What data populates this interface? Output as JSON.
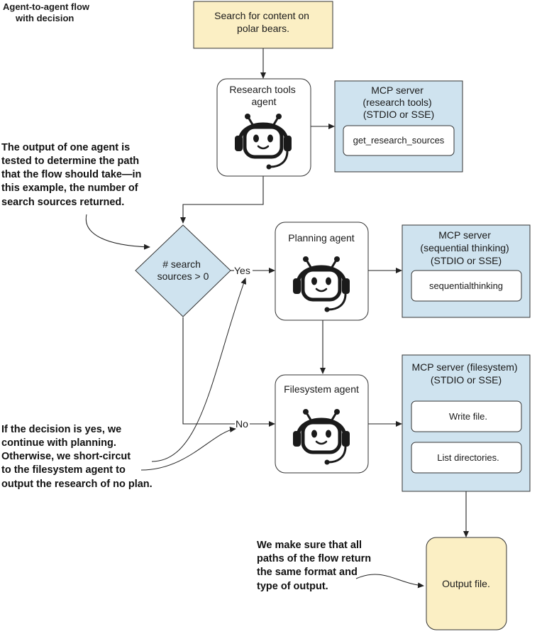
{
  "title": [
    "Agent-to-agent flow",
    "with decision"
  ],
  "colors": {
    "yellow_fill": "#fbefc4",
    "blue_fill": "#cfe3ef",
    "white_fill": "#ffffff",
    "stroke": "#333333"
  },
  "nodes": {
    "search_prompt": [
      "Search for content on",
      "polar bears."
    ],
    "research_agent": [
      "Research tools",
      "agent"
    ],
    "mcp_research": [
      "MCP server",
      "(research tools)",
      "(STDIO or SSE)"
    ],
    "mcp_research_tool": "get_research_sources",
    "decision": [
      "# search",
      "sources > 0"
    ],
    "yes_label": "Yes",
    "no_label": "No",
    "planning_agent": "Planning agent",
    "mcp_sequential": [
      "MCP server",
      "(sequential thinking)",
      "(STDIO or SSE)"
    ],
    "mcp_sequential_tool": "sequentialthinking",
    "filesystem_agent": "Filesystem agent",
    "mcp_filesystem": [
      "MCP server (filesystem)",
      "(STDIO or SSE)"
    ],
    "mcp_fs_tool_write": "Write file.",
    "mcp_fs_tool_list": "List directories.",
    "output_file": "Output file."
  },
  "annotations": {
    "decision_note": [
      "The output of one agent is",
      "tested to determine the path",
      "that the flow should take—in",
      "this example, the number of",
      "search sources returned."
    ],
    "branch_note": [
      "If the decision is yes, we",
      "continue with planning.",
      "Otherwise, we short-circut",
      "to the filesystem agent to",
      "output the research of no plan."
    ],
    "output_note": [
      "We make sure that all",
      "paths of the flow return",
      "the same format and",
      "type of output."
    ]
  },
  "icons": [
    "robot-headset-icon"
  ]
}
